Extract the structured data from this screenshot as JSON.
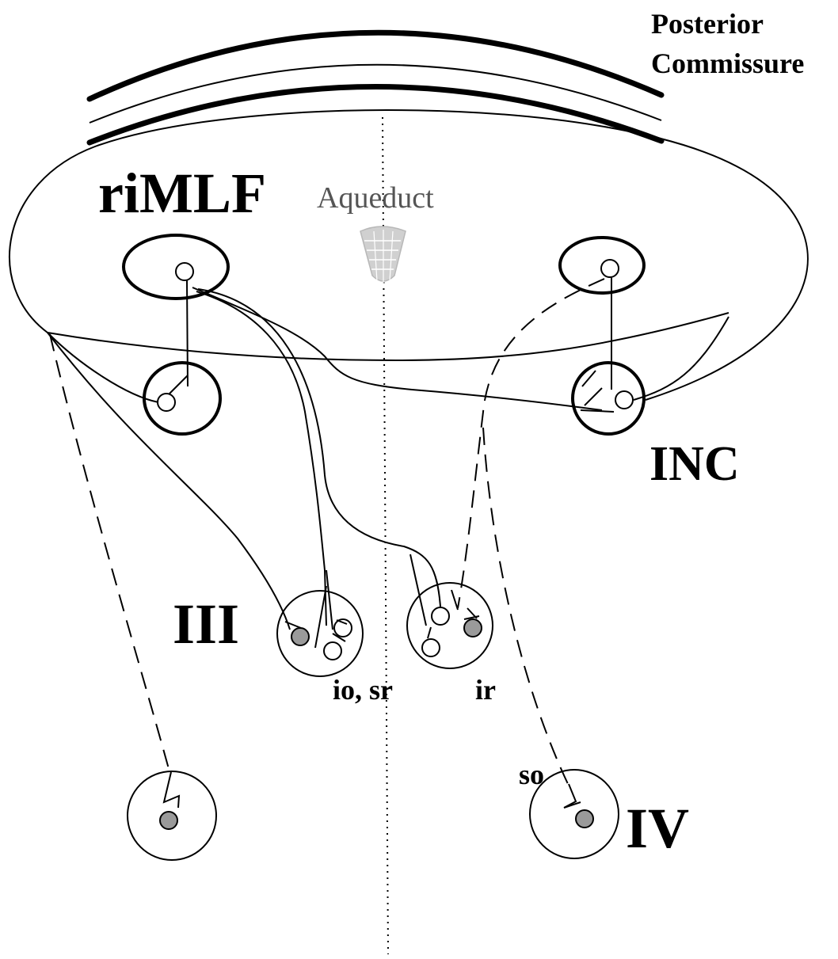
{
  "labels": {
    "posterior_commissure_line1": "Posterior",
    "posterior_commissure_line2": "Commissure",
    "rimlf": "riMLF",
    "aqueduct": "Aqueduct",
    "inc": "INC",
    "iii": "III",
    "io_sr": "io, sr",
    "ir": "ir",
    "so": "so",
    "iv": "IV"
  },
  "colors": {
    "stroke": "#000000",
    "shaded_neuron": "#9a9a9a",
    "aqueduct": "#cfcfcf",
    "background": "#ffffff"
  }
}
